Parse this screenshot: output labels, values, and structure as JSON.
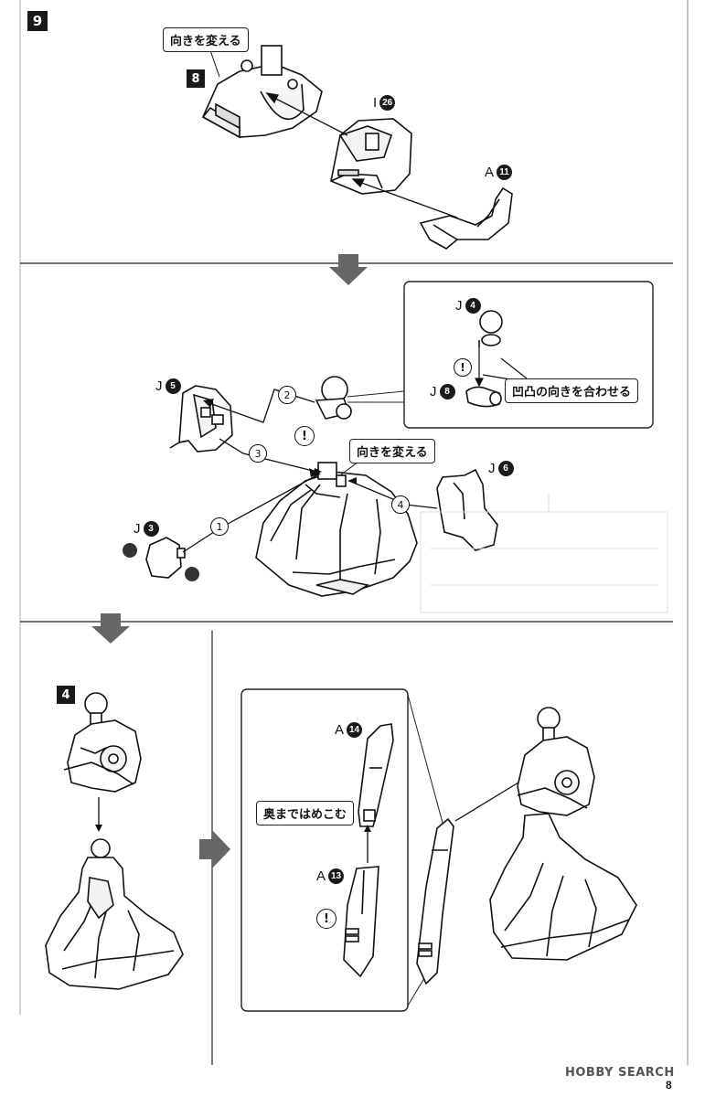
{
  "step": {
    "number": "9"
  },
  "top_section": {
    "callout": "向きを変える",
    "ref_badge": "8",
    "parts": [
      {
        "letter": "I",
        "num": "26"
      },
      {
        "letter": "A",
        "num": "11"
      }
    ]
  },
  "middle_section": {
    "parts": {
      "j4": {
        "letter": "J",
        "num": "4"
      },
      "j8": {
        "letter": "J",
        "num": "8"
      },
      "j5": {
        "letter": "J",
        "num": "5"
      },
      "j6": {
        "letter": "J",
        "num": "6"
      },
      "j3": {
        "letter": "J",
        "num": "3"
      }
    },
    "callout_align": "凹凸の向きを合わせる",
    "callout_turn": "向きを変える",
    "order_numbers": [
      "1",
      "2",
      "3",
      "4"
    ],
    "warning_symbol": "!"
  },
  "bottom_section": {
    "ref_badge": "4",
    "parts": [
      {
        "letter": "A",
        "num": "14"
      },
      {
        "letter": "A",
        "num": "13"
      }
    ],
    "callout_push": "奥まではめこむ",
    "warning_symbol": "!"
  },
  "footer": {
    "logo_text": "HOBBY SEARCH",
    "page_number": "8"
  }
}
